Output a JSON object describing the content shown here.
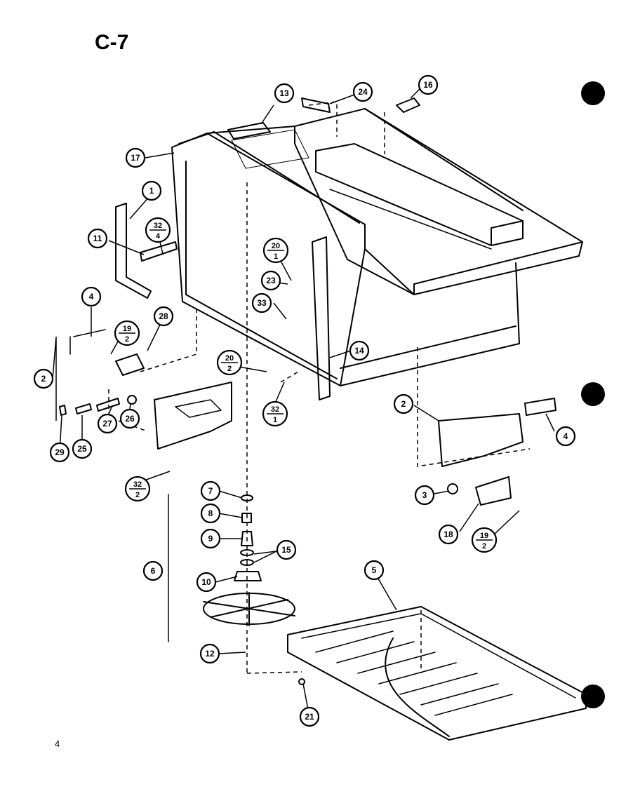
{
  "page_title": "C-7",
  "page_number": "4",
  "callouts": [
    {
      "key": "c13",
      "top": "13"
    },
    {
      "key": "c24",
      "top": "24"
    },
    {
      "key": "c16",
      "top": "16"
    },
    {
      "key": "c17",
      "top": "17"
    },
    {
      "key": "c1",
      "top": "1"
    },
    {
      "key": "c11",
      "top": "11"
    },
    {
      "key": "c32_4",
      "top": "32",
      "bottom": "4"
    },
    {
      "key": "c20_1",
      "top": "20",
      "bottom": "1"
    },
    {
      "key": "c23",
      "top": "23"
    },
    {
      "key": "c33",
      "top": "33"
    },
    {
      "key": "c4a",
      "top": "4"
    },
    {
      "key": "c19_2a",
      "top": "19",
      "bottom": "2"
    },
    {
      "key": "c28",
      "top": "28"
    },
    {
      "key": "c2a",
      "top": "2"
    },
    {
      "key": "c20_2",
      "top": "20",
      "bottom": "2"
    },
    {
      "key": "c14",
      "top": "14"
    },
    {
      "key": "c32_1",
      "top": "32",
      "bottom": "1"
    },
    {
      "key": "c27",
      "top": "27"
    },
    {
      "key": "c26",
      "top": "26"
    },
    {
      "key": "c29",
      "top": "29"
    },
    {
      "key": "c25",
      "top": "25"
    },
    {
      "key": "c32_2",
      "top": "32",
      "bottom": "2"
    },
    {
      "key": "c2b",
      "top": "2"
    },
    {
      "key": "c4b",
      "top": "4"
    },
    {
      "key": "c3",
      "top": "3"
    },
    {
      "key": "c18",
      "top": "18"
    },
    {
      "key": "c19_2b",
      "top": "19",
      "bottom": "2"
    },
    {
      "key": "c7",
      "top": "7"
    },
    {
      "key": "c8",
      "top": "8"
    },
    {
      "key": "c9",
      "top": "9"
    },
    {
      "key": "c15",
      "top": "15"
    },
    {
      "key": "c10",
      "top": "10"
    },
    {
      "key": "c6",
      "top": "6"
    },
    {
      "key": "c12",
      "top": "12"
    },
    {
      "key": "c5",
      "top": "5"
    },
    {
      "key": "c21",
      "top": "21"
    }
  ]
}
